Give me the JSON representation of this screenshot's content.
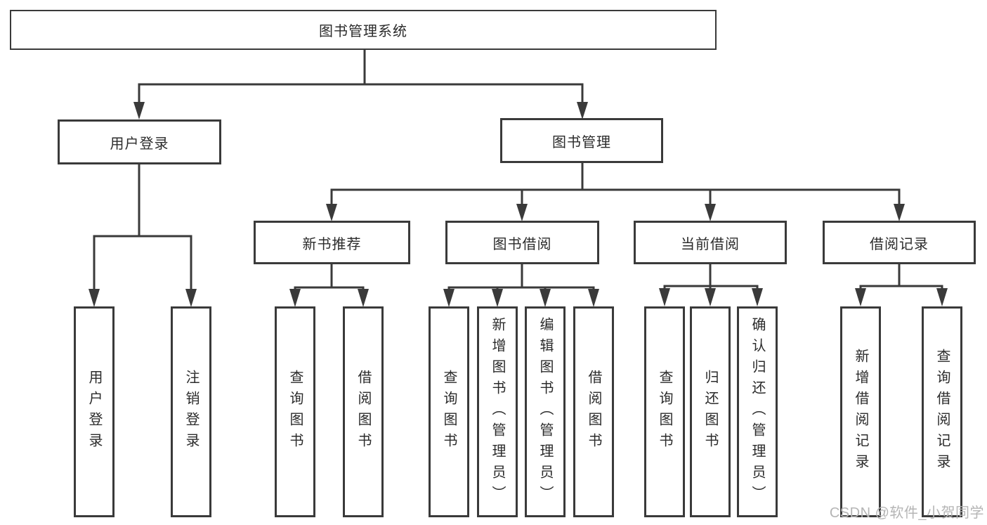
{
  "colors": {
    "line": "#3a3a3a",
    "text": "#2b2b2b",
    "background": "#ffffff",
    "watermark": "#b5b5b5"
  },
  "tree": {
    "root": {
      "label": "图书管理系统"
    },
    "branches": [
      {
        "label": "用户登录",
        "children": [
          {
            "label": "用户登录"
          },
          {
            "label": "注销登录"
          }
        ]
      },
      {
        "label": "图书管理",
        "children": [
          {
            "label": "新书推荐",
            "children": [
              {
                "label": "查询图书"
              },
              {
                "label": "借阅图书"
              }
            ]
          },
          {
            "label": "图书借阅",
            "children": [
              {
                "label": "查询图书"
              },
              {
                "label": "新增图书（管理员）"
              },
              {
                "label": "编辑图书（管理员）"
              },
              {
                "label": "借阅图书"
              }
            ]
          },
          {
            "label": "当前借阅",
            "children": [
              {
                "label": "查询图书"
              },
              {
                "label": "归还图书"
              },
              {
                "label": "确认归还（管理员）"
              }
            ]
          },
          {
            "label": "借阅记录",
            "children": [
              {
                "label": "新增借阅记录"
              },
              {
                "label": "查询借阅记录"
              }
            ]
          }
        ]
      }
    ]
  },
  "watermark": {
    "text": "CSDN @软件_小贺同学"
  }
}
